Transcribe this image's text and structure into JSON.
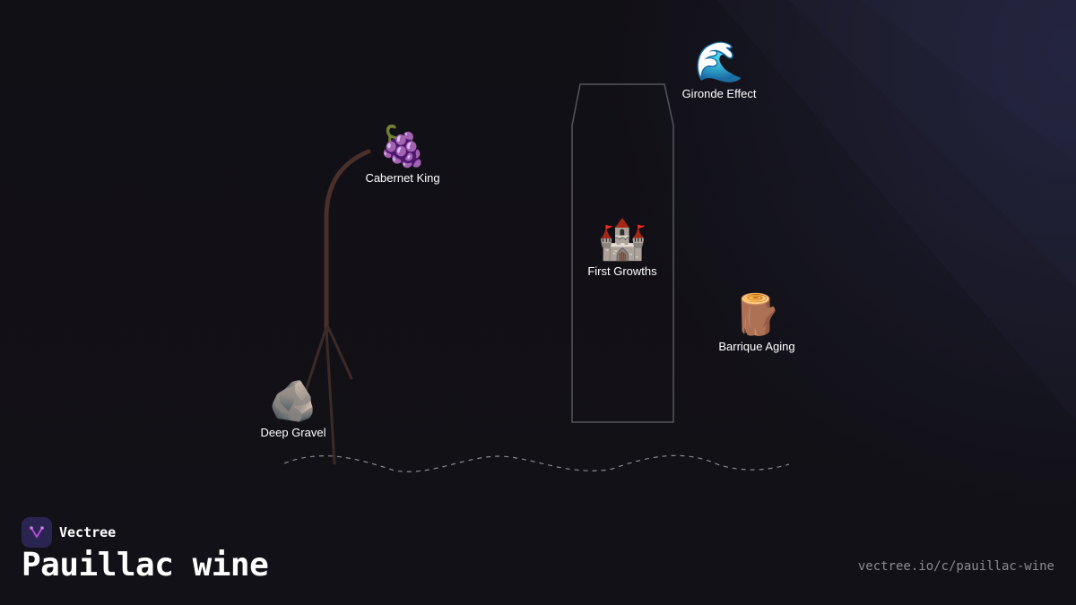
{
  "nodes": [
    {
      "id": "cabernet",
      "icon": "grapes-icon",
      "emoji": "🍇",
      "label": "Cabernet King"
    },
    {
      "id": "gironde",
      "icon": "wave-icon",
      "emoji": "🌊",
      "label": "Gironde Effect"
    },
    {
      "id": "first_growths",
      "icon": "castle-icon",
      "emoji": "🏰",
      "label": "First Growths"
    },
    {
      "id": "barrique",
      "icon": "log-icon",
      "emoji": "🪵",
      "label": "Barrique Aging"
    },
    {
      "id": "gravel",
      "icon": "rock-icon",
      "emoji": "🪨",
      "label": "Deep Gravel"
    }
  ],
  "brand": {
    "name": "Vectree",
    "logo_color": "#2a2550",
    "accent": "#b04ad8"
  },
  "title": "Pauillac wine",
  "url": "vectree.io/c/pauillac-wine"
}
